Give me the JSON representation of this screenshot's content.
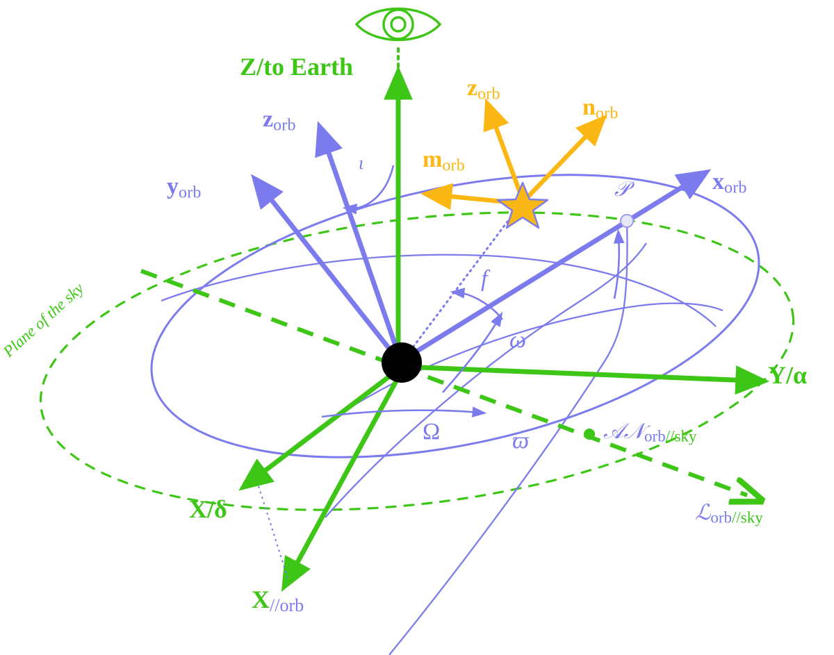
{
  "figure": {
    "title": "Orbital reference frames and orbital elements diagram",
    "background": "#ffffff",
    "colors": {
      "green": "#3DC616",
      "purple": "#7B7BEE",
      "orange": "#FBB713",
      "black": "#000000",
      "periastron_marker": "#E8E8F8"
    }
  },
  "labels": {
    "z_to_earth": {
      "text": "Z/to Earth",
      "color": "#3DC616"
    },
    "y_alpha": {
      "text": "Y/α",
      "color": "#3DC616"
    },
    "x_delta": {
      "text": "X/δ",
      "color": "#3DC616"
    },
    "x_par_orb_main": {
      "text": "X",
      "color": "#3DC616"
    },
    "x_par_orb_sub": {
      "text": "//orb",
      "color": "#7B7BEE"
    },
    "z_orb_purple_main": {
      "text": "z",
      "sub": "orb",
      "color": "#7B7BEE"
    },
    "y_orb_purple_main": {
      "text": "y",
      "sub": "orb",
      "color": "#7B7BEE"
    },
    "x_orb_purple_main": {
      "text": "x",
      "sub": "orb",
      "color": "#7B7BEE"
    },
    "z_orb_orange_main": {
      "text": "z",
      "sub": "orb",
      "color": "#FBB713"
    },
    "n_orb_orange_main": {
      "text": "n",
      "sub": "orb",
      "color": "#FBB713"
    },
    "m_orb_orange_main": {
      "text": "m",
      "sub": "orb",
      "color": "#FBB713"
    },
    "plane_of_the_sky": {
      "text": "Plane of the sky",
      "color": "#3DC616"
    },
    "periastron": {
      "text": "𝒫",
      "color": "#7B7BEE"
    },
    "ascending_node_main": {
      "text": "𝒜𝒩",
      "sub": "orb",
      "suffix": "//sky",
      "color": "#7B7BEE",
      "suffix_color": "#3DC616"
    },
    "line_of_nodes_main": {
      "text": "ℒ",
      "sub": "orb",
      "suffix": "//sky",
      "color": "#7B7BEE",
      "suffix_color": "#3DC616"
    }
  },
  "angles": {
    "inclination": {
      "symbol": "ι",
      "name": "inclination",
      "color": "#7B7BEE"
    },
    "true_anomaly": {
      "symbol": "f",
      "name": "true anomaly",
      "color": "#7B7BEE"
    },
    "argument_of_periastron": {
      "symbol": "ω",
      "name": "argument of periastron",
      "color": "#7B7BEE"
    },
    "longitude_ascending_node": {
      "symbol": "Ω",
      "name": "longitude of ascending node",
      "color": "#7B7BEE"
    },
    "longitude_of_periastron": {
      "symbol": "ϖ",
      "name": "longitude of periastron",
      "color": "#7B7BEE"
    }
  },
  "markers": {
    "eye_icon": "eye-icon",
    "star_icon": "star-icon",
    "central_body": "black-dot",
    "periastron_point": "periastron-circle",
    "ascending_node_point": "ascending-node-dot"
  }
}
